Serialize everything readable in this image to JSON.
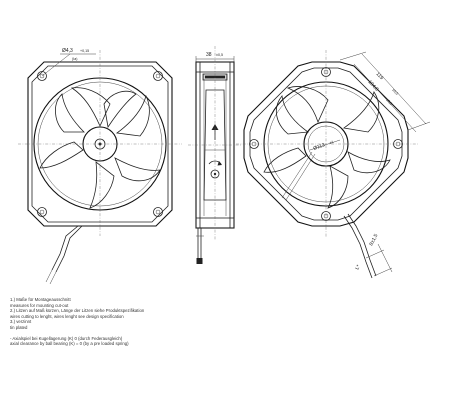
{
  "front_view": {
    "hole_dim": "Ø4,3",
    "hole_tol": "+0,15",
    "hole_note": "(Ia)"
  },
  "side_view": {
    "depth_dim": "38",
    "depth_tol": "±0,5"
  },
  "rear_view": {
    "dim_diagonal_outer": "119",
    "dim_diagonal_tol_outer": "±0,5",
    "dim_diagonal_inner": "104,8",
    "dim_diagonal_tol_inner": "±0,3",
    "dim_hub": "Ø113",
    "dim_hub_tol": "±1",
    "dim_wire_a": "8±1,5",
    "dim_wire_b": "L*"
  },
  "notes": [
    "1.) Maße für Montageausschnitt",
    "     measures for mounting cut-out",
    "2.) Litzen auf Maß kürzen, Länge der Litzen siehe Produktspezifikation",
    "     wires cutting to lenght, wires lenght see design specification",
    "3.) verzinnt",
    "     tin plated",
    "",
    "-  Axialspiel bei Kugellagerung (K)   0 (durch Federausgleich)",
    "   axial clearance by ball bearing (K)     = 0 (by a pre loaded spring)"
  ]
}
